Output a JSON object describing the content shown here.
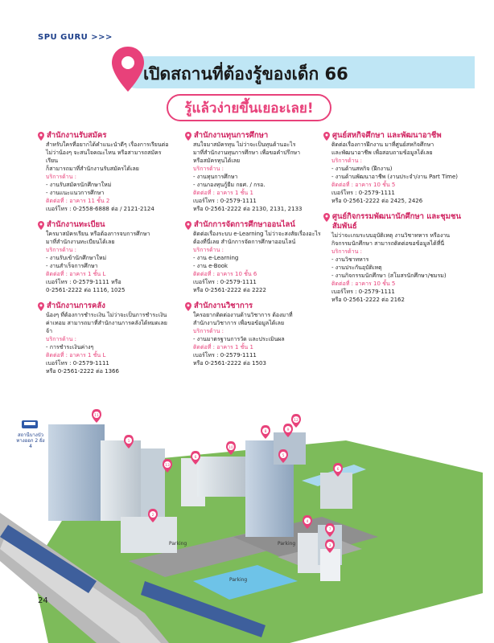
{
  "header": {
    "tag": "SPU GURU >>>"
  },
  "banner": {
    "title": "เปิดสถานที่ต้องรู้ของเด็ก 66",
    "subtitle": "รู้แล้วง่ายขึ้นเยอะเลย!"
  },
  "colors": {
    "pink": "#e8417a",
    "title_pink": "#d02360",
    "banner_blue": "#bfe6f5",
    "navy": "#1d3f8a"
  },
  "columns": [
    {
      "sections": [
        {
          "title": "สำนักงานรับสมัคร",
          "desc": [
            "สำหรับใครที่อยากได้คำแนะนำดีๆ เรื่องการเรียนต่อ",
            "ไม่ว่าน้องๆ จะสนใจคณะไหน หรือสามารถสมัครเรียน",
            "ก็สามารถมาที่สำนักงานรับสมัครได้เลย"
          ],
          "svc_label": "บริการด้าน :",
          "services": [
            "- งานรับสมัครนักศึกษาใหม่",
            "- งานแนะแนวการศึกษา"
          ],
          "location": "ติดต่อที่ : อาคาร 11 ชั้น 2",
          "phone": [
            "เบอร์โทร : 0-2558-6888 ต่อ / 2121-2124"
          ]
        },
        {
          "title": "สำนักงานทะเบียน",
          "desc": [
            "ใครมาสมัครเรียน หรือต้องการจบการศึกษา",
            "มาที่สำนักงานทะเบียนได้เลย"
          ],
          "svc_label": "บริการด้าน :",
          "services": [
            "- งานรับเข้านักศึกษาใหม่",
            "- งานสำเร็จการศึกษา"
          ],
          "location": "ติดต่อที่ : อาคาร 1 ชั้น L",
          "phone": [
            "เบอร์โทร : 0-2579-1111 หรือ",
            "0-2561-2222 ต่อ 1116, 1025"
          ]
        },
        {
          "title": "สำนักงานการคลัง",
          "desc": [
            "น้องๆ ที่ต้องการชำระเงิน ไม่ว่าจะเป็นการชำระเงิน",
            "ค่าเทอม สามารถมาที่สำนักงานการคลังได้หมดเลยจ้า"
          ],
          "svc_label": "บริการด้าน :",
          "services": [
            "- การชำระเงินค่างๆ"
          ],
          "location": "ติดต่อที่ : อาคาร 1 ชั้น L",
          "phone": [
            "เบอร์โทร : 0-2579-1111",
            "หรือ 0-2561-2222 ต่อ 1366"
          ]
        }
      ]
    },
    {
      "sections": [
        {
          "title": "สำนักงานทุนการศึกษา",
          "desc": [
            "สนใจมาสมัครทุน ไม่ว่าจะเป็นทุนด้านอะไร",
            "มาที่สำนักงานทุนการศึกษา เพื่อขอคำปรึกษา",
            "หรือสมัครทุนได้เลย"
          ],
          "svc_label": "บริการด้าน :",
          "services": [
            "- งานทุนการศึกษา",
            "- งานกองทุนกู้ยืม กยศ. / กรอ."
          ],
          "location": "ติดต่อที่ : อาคาร 1 ชั้น 1",
          "phone": [
            "เบอร์โทร : 0-2579-1111",
            "หรือ 0-2561-2222 ต่อ 2130, 2131, 2133"
          ]
        },
        {
          "title": "สำนักการจัดการศึกษาออนไลน์",
          "desc": [
            "ติดต่อเรื่องระบบ e-Learning ไม่ว่าจะสงสัยเรื่องอะไร",
            "ต้องที่นี่เลย สำนักการจัดการศึกษาออนไลน์"
          ],
          "svc_label": "บริการด้าน :",
          "services": [
            "- งาน e-Learning",
            "- งาน e-Book"
          ],
          "location": "ติดต่อที่ : อาคาร 10 ชั้น 6",
          "phone": [
            "เบอร์โทร : 0-2579-1111",
            "หรือ 0-2561-2222 ต่อ 2222"
          ]
        },
        {
          "title": "สำนักงานวิชาการ",
          "desc": [
            "ใครอยากติดต่องานด้านวิชาการ ต้องมาที่",
            "สำนักงานวิชาการ เพื่อขอข้อมูลได้เลย"
          ],
          "svc_label": "บริการด้าน :",
          "services": [
            "- งานมาตรฐานการวัด และประเมินผล"
          ],
          "location": "ติดต่อที่ : อาคาร 1 ชั้น 1",
          "phone": [
            "เบอร์โทร : 0-2579-1111",
            "หรือ 0-2561-2222 ต่อ 1503"
          ]
        }
      ]
    },
    {
      "sections": [
        {
          "title": "ศูนย์สหกิจศึกษา และพัฒนาอาชีพ",
          "desc": [
            "ติดต่อเรื่องการฝึกงาน มาที่ศูนย์สหกิจศึกษา",
            "และพัฒนาอาชีพ เพื่อสอบถามข้อมูลได้เลย"
          ],
          "svc_label": "บริการด้าน :",
          "services": [
            "- งานด้านสหกิจ (ฝึกงาน)",
            "- งานด้านพัฒนาอาชีพ (งานประจำ/งาน Part Time)"
          ],
          "location": "ติดต่อที่ : อาคาร 10 ชั้น 5",
          "phone": [
            "เบอร์โทร : 0-2579-1111",
            "หรือ 0-2561-2222 ต่อ 2425, 2426"
          ]
        },
        {
          "title": "ศูนย์กิจกรรมพัฒนานักศึกษา และชุมชนสัมพันธ์",
          "desc": [
            "ไม่ว่าจะเกมระบบอุบัติเหตุ งานวิชาทหาร หรืองาน",
            "กิจกรรมนักศึกษา สามารถติดต่อขอข้อมูลได้ที่นี่"
          ],
          "svc_label": "บริการด้าน :",
          "services": [
            "- งานวิชาทหาร",
            "- งานประกันอุบัติเหตุ",
            "- งานกิจกรรมนักศึกษา (สโมสรนักศึกษา/ชมรม)"
          ],
          "location": "ติดต่อที่ : อาคาร 10 ชั้น 5",
          "phone": [
            "เบอร์โทร : 0-2579-1111",
            "หรือ 0-2561-2222 ต่อ 2162"
          ]
        }
      ]
    }
  ],
  "map": {
    "station": [
      "สถานีบางบัว",
      "ทางออก 2 ฝั่ง 4"
    ],
    "parking_labels": [
      "Parking",
      "Parking",
      "Parking"
    ],
    "markers": [
      "11",
      "1",
      "13",
      "6",
      "10",
      "8",
      "12",
      "9",
      "5",
      "2",
      "6",
      "4",
      "7",
      "3"
    ]
  },
  "page_number": "24"
}
